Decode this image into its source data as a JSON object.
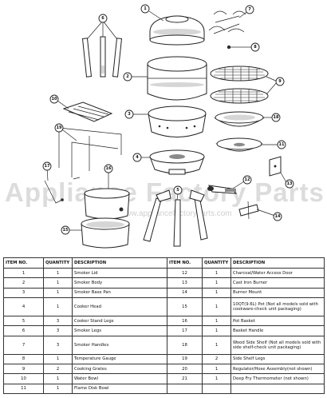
{
  "watermark": {
    "text": "Appliance Factory Parts",
    "url": "www.appliancefactoryparts.com"
  },
  "callouts": [
    "1",
    "2",
    "3",
    "4",
    "5",
    "6",
    "7",
    "8",
    "9",
    "10",
    "11",
    "12",
    "13",
    "14",
    "15",
    "16",
    "17",
    "18",
    "19"
  ],
  "table": {
    "headers": [
      "ITEM NO.",
      "QUANTITY",
      "DESCRIPTION",
      "ITEM NO.",
      "QUANTITY",
      "DESCRIPTION"
    ],
    "rows": [
      [
        {
          "item": "1",
          "qty": "1",
          "desc": "Smoker Lid"
        },
        {
          "item": "12",
          "qty": "1",
          "desc": "Charcoal/Water Access Door"
        }
      ],
      [
        {
          "item": "2",
          "qty": "1",
          "desc": "Smoker Body"
        },
        {
          "item": "13",
          "qty": "1",
          "desc": "Cast Iron Burner"
        }
      ],
      [
        {
          "item": "3",
          "qty": "1",
          "desc": "Smoker Base Pan"
        },
        {
          "item": "14",
          "qty": "1",
          "desc": "Burner Mount"
        }
      ],
      [
        {
          "item": "4",
          "qty": "1",
          "desc": "Cooker Head"
        },
        {
          "item": "15",
          "qty": "1",
          "desc": "10QT(9.6L) Pot (Not all models sold with cookware-check unit packaging)"
        }
      ],
      [
        {
          "item": "5",
          "qty": "3",
          "desc": "Cooker Stand Legs"
        },
        {
          "item": "16",
          "qty": "1",
          "desc": "Pot Basket"
        }
      ],
      [
        {
          "item": "6",
          "qty": "3",
          "desc": "Smoker Legs"
        },
        {
          "item": "17",
          "qty": "1",
          "desc": "Basket Handle"
        }
      ],
      [
        {
          "item": "7",
          "qty": "3",
          "desc": "Smoker Handles"
        },
        {
          "item": "18",
          "qty": "1",
          "desc": "Wood Side Shelf (Not all models sold with side shelf-check unit packaging)"
        }
      ],
      [
        {
          "item": "8",
          "qty": "1",
          "desc": "Temperature Gauge"
        },
        {
          "item": "19",
          "qty": "2",
          "desc": "Side Shelf Legs"
        }
      ],
      [
        {
          "item": "9",
          "qty": "2",
          "desc": "Cooking Grates"
        },
        {
          "item": "20",
          "qty": "1",
          "desc": "Regulator/Hose Assembly(not shown)"
        }
      ],
      [
        {
          "item": "10",
          "qty": "1",
          "desc": "Water Bowl"
        },
        {
          "item": "21",
          "qty": "1",
          "desc": "Deep Fry Thermometer (not shown)"
        }
      ],
      [
        {
          "item": "11",
          "qty": "1",
          "desc": "Flame Disk Bowl"
        },
        {
          "item": "",
          "qty": "",
          "desc": ""
        }
      ]
    ]
  }
}
